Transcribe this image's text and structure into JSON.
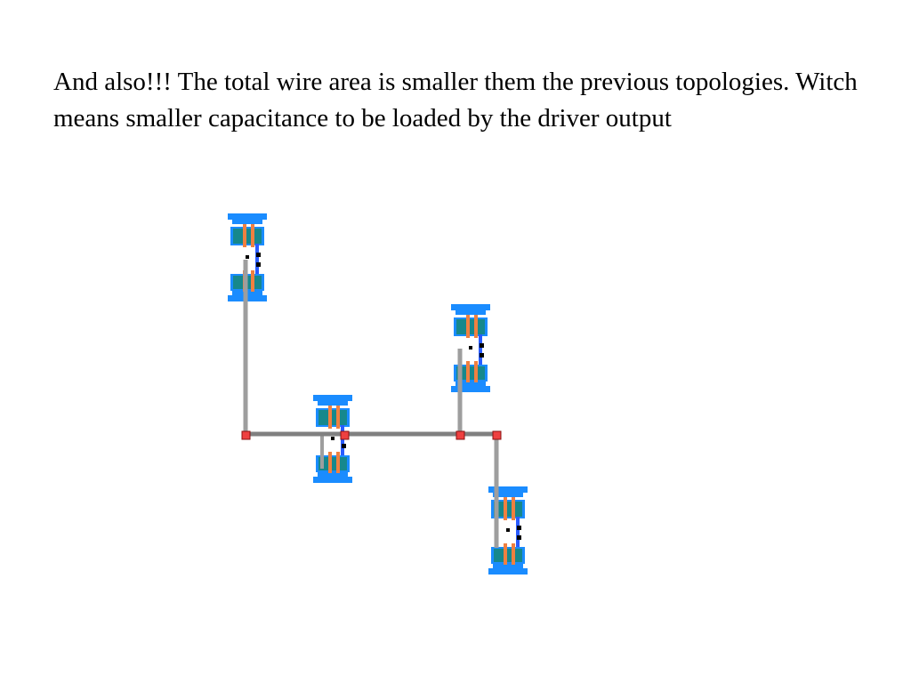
{
  "slide": {
    "text": "And also!!! The total wire area is smaller them the previous topologies. Witch means smaller capacitance to be loaded by the driver output"
  },
  "colors": {
    "rail_blue": "#1a8cff",
    "diffusion_teal": "#16888c",
    "poly_orange": "#f08040",
    "metal_blue": "#2a5cff",
    "wire_gray": "#9e9e9e",
    "trunk_gray": "#808080",
    "node_red": "#ee4040"
  },
  "diagram": {
    "cells": [
      "cell-a",
      "cell-b",
      "cell-c",
      "cell-d"
    ],
    "nodes": [
      "node-1",
      "node-2",
      "node-3",
      "node-4"
    ]
  }
}
